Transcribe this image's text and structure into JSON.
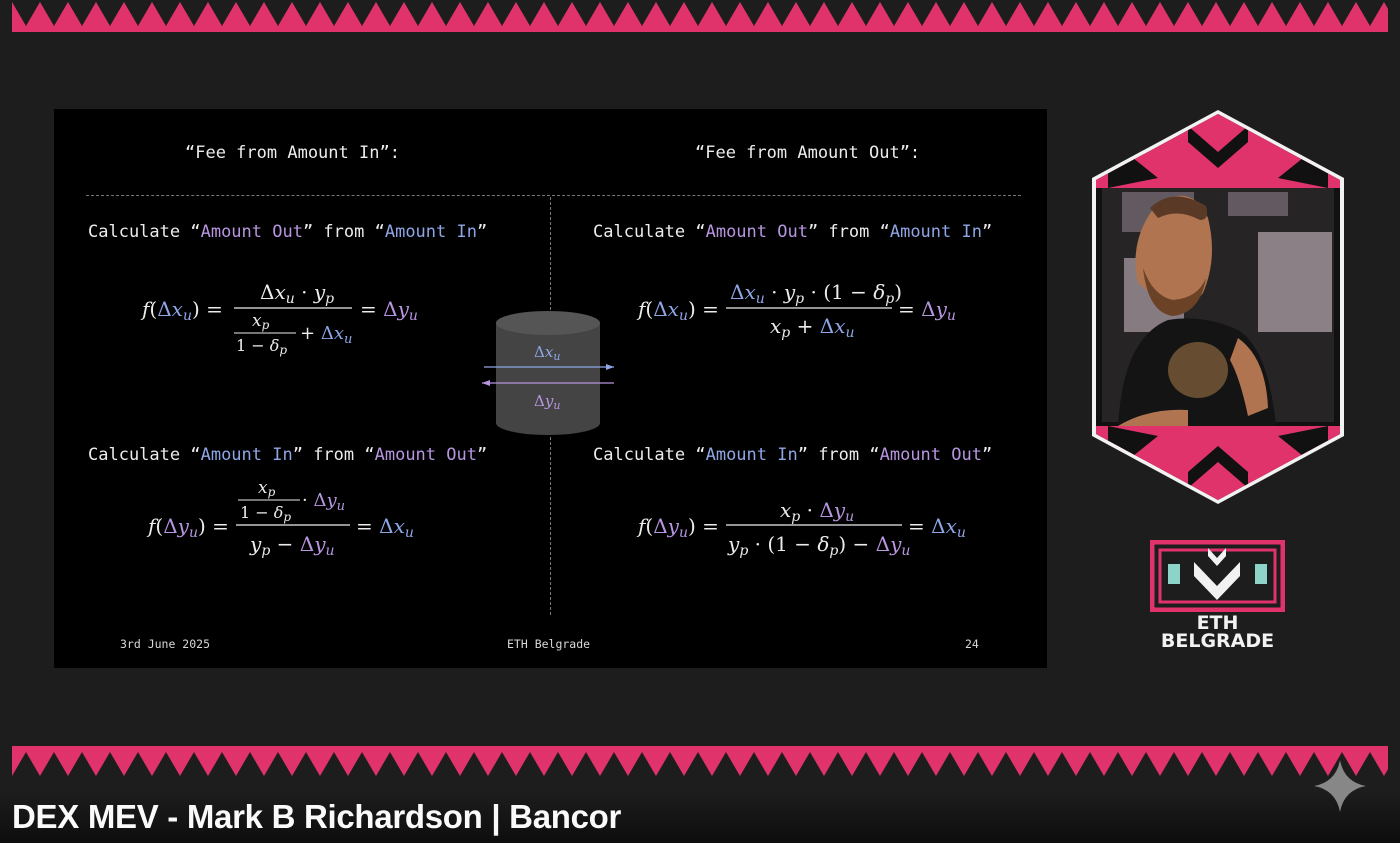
{
  "video_title": "DEX MEV - Mark B Richardson | Bancor",
  "slide": {
    "left_heading": "“Fee from Amount In”:",
    "right_heading": "“Fee from Amount Out”:",
    "calc_out": {
      "prefix": "Calculate “",
      "out": "Amount Out",
      "middle": "” from “",
      "in": "Amount In",
      "suffix": "”"
    },
    "calc_in": {
      "prefix": "Calculate “",
      "in": "Amount In",
      "middle": "” from “",
      "out": "Amount Out",
      "suffix": "”"
    },
    "footer": {
      "date": "3rd June 2025",
      "event": "ETH Belgrade",
      "page": "24"
    }
  },
  "logo": {
    "line1": "ETH",
    "line2": "BELGRADE"
  },
  "colors": {
    "accent_pink": "#e0336c",
    "delta_x_blue": "#8fa6e6",
    "delta_y_purple": "#b795e0",
    "background": "#1e1d1e"
  },
  "icons": [
    "sparkle-icon",
    "speaker-badge-image",
    "eth-belgrade-logo-icon",
    "pool-cylinder-icon"
  ]
}
